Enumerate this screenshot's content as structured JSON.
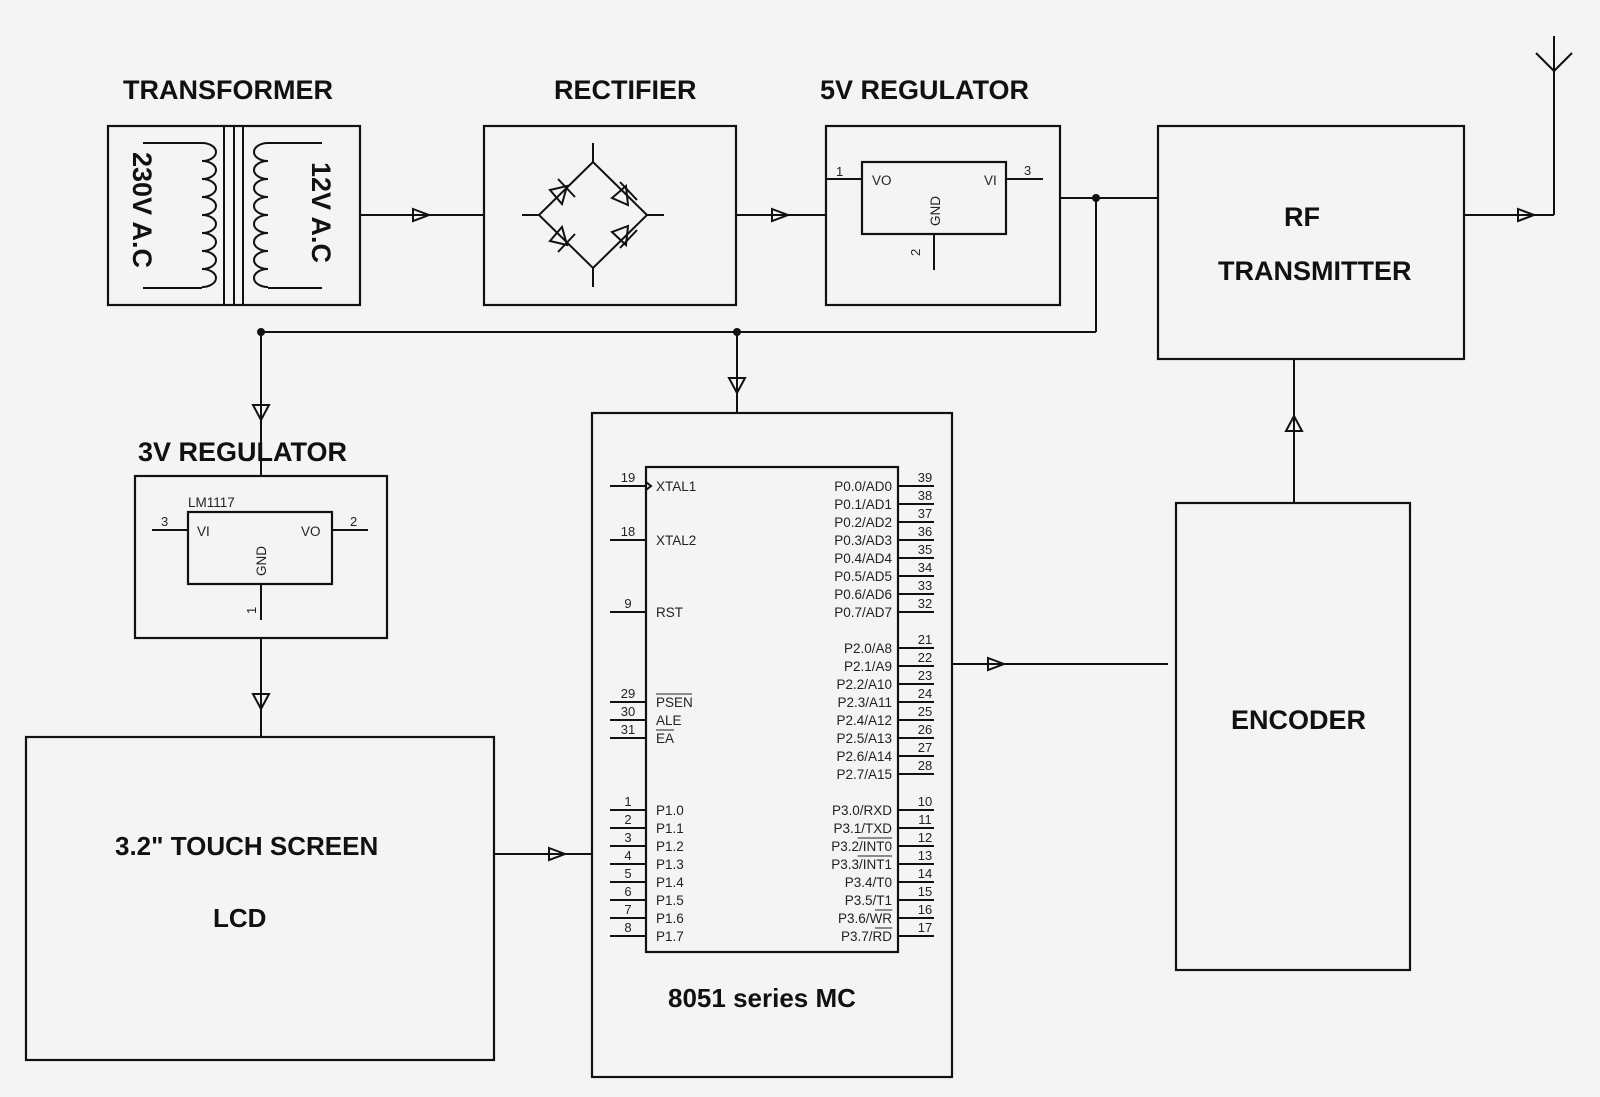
{
  "blocks": {
    "transformer": {
      "title": "TRANSFORMER",
      "primary": "230V A.C",
      "secondary": "12V A.C"
    },
    "rectifier": {
      "title": "RECTIFIER"
    },
    "reg5v": {
      "title": "5V REGULATOR",
      "vo": "VO",
      "vi": "VI",
      "gnd": "GND",
      "pin_vo": "1",
      "pin_vi": "3",
      "pin_gnd": "2"
    },
    "rf": {
      "line1": "RF",
      "line2": "TRANSMITTER"
    },
    "reg3v": {
      "title": "3V REGULATOR",
      "part": "LM1117",
      "vi": "VI",
      "vo": "VO",
      "gnd": "GND",
      "pin_vi": "3",
      "pin_vo": "2",
      "pin_gnd": "1"
    },
    "lcd": {
      "line1": "3.2\" TOUCH SCREEN",
      "line2": "LCD"
    },
    "mcu": {
      "title": "8051 series MC"
    },
    "encoder": {
      "title": "ENCODER"
    }
  },
  "mcu_pins": {
    "left": [
      {
        "num": "19",
        "name": "XTAL1",
        "clock": true
      },
      {
        "num": "18",
        "name": "XTAL2"
      },
      {
        "num": "9",
        "name": "RST"
      },
      {
        "num": "29",
        "name": "PSEN",
        "overbar": "PSEN"
      },
      {
        "num": "30",
        "name": "ALE"
      },
      {
        "num": "31",
        "name": "EA",
        "overbar": "EA"
      },
      {
        "num": "1",
        "name": "P1.0"
      },
      {
        "num": "2",
        "name": "P1.1"
      },
      {
        "num": "3",
        "name": "P1.2"
      },
      {
        "num": "4",
        "name": "P1.3"
      },
      {
        "num": "5",
        "name": "P1.4"
      },
      {
        "num": "6",
        "name": "P1.5"
      },
      {
        "num": "7",
        "name": "P1.6"
      },
      {
        "num": "8",
        "name": "P1.7"
      }
    ],
    "right": [
      {
        "num": "39",
        "name": "P0.0/AD0"
      },
      {
        "num": "38",
        "name": "P0.1/AD1"
      },
      {
        "num": "37",
        "name": "P0.2/AD2"
      },
      {
        "num": "36",
        "name": "P0.3/AD3"
      },
      {
        "num": "35",
        "name": "P0.4/AD4"
      },
      {
        "num": "34",
        "name": "P0.5/AD5"
      },
      {
        "num": "33",
        "name": "P0.6/AD6"
      },
      {
        "num": "32",
        "name": "P0.7/AD7"
      },
      {
        "num": "21",
        "name": "P2.0/A8"
      },
      {
        "num": "22",
        "name": "P2.1/A9"
      },
      {
        "num": "23",
        "name": "P2.2/A10"
      },
      {
        "num": "24",
        "name": "P2.3/A11"
      },
      {
        "num": "25",
        "name": "P2.4/A12"
      },
      {
        "num": "26",
        "name": "P2.5/A13"
      },
      {
        "num": "27",
        "name": "P2.6/A14"
      },
      {
        "num": "28",
        "name": "P2.7/A15"
      },
      {
        "num": "10",
        "name": "P3.0/RXD"
      },
      {
        "num": "11",
        "name": "P3.1/TXD"
      },
      {
        "num": "12",
        "name": "P3.2/INT0",
        "overbar": "INT0"
      },
      {
        "num": "13",
        "name": "P3.3/INT1",
        "overbar": "INT1"
      },
      {
        "num": "14",
        "name": "P3.4/T0"
      },
      {
        "num": "15",
        "name": "P3.5/T1"
      },
      {
        "num": "16",
        "name": "P3.6/WR",
        "overbar": "WR"
      },
      {
        "num": "17",
        "name": "P3.7/RD",
        "overbar": "RD"
      }
    ]
  }
}
